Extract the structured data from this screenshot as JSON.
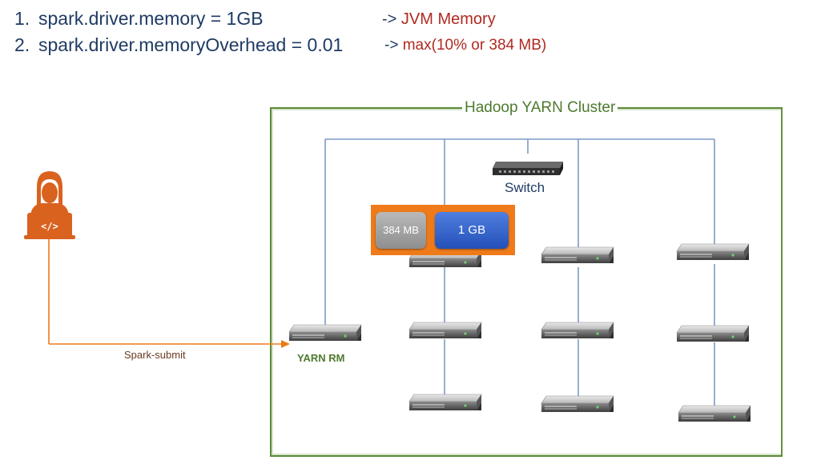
{
  "config_lines": [
    {
      "number": "1.",
      "text": "spark.driver.memory = 1GB",
      "arrow": "->",
      "value": "JVM Memory"
    },
    {
      "number": "2.",
      "text": "spark.driver.memoryOverhead = 0.01",
      "arrow": "->",
      "value": "max(10% or 384 MB)"
    }
  ],
  "cluster": {
    "title": "Hadoop YARN Cluster",
    "border_color": "#5a8a36"
  },
  "switch": {
    "label": "Switch"
  },
  "yarn_rm": {
    "label": "YARN RM"
  },
  "submit": {
    "label": "Spark-submit",
    "line_color": "#ef7a1a"
  },
  "memory": {
    "overhead_label": "384 MB",
    "heap_label": "1 GB",
    "container_color": "#ef7a1a"
  },
  "user_icon": {
    "icon": "developer-user-icon",
    "color": "#d9621f"
  },
  "colors": {
    "network_line": "#7d9ac5",
    "text_dark": "#1f3b63",
    "text_red": "#b02a20"
  }
}
